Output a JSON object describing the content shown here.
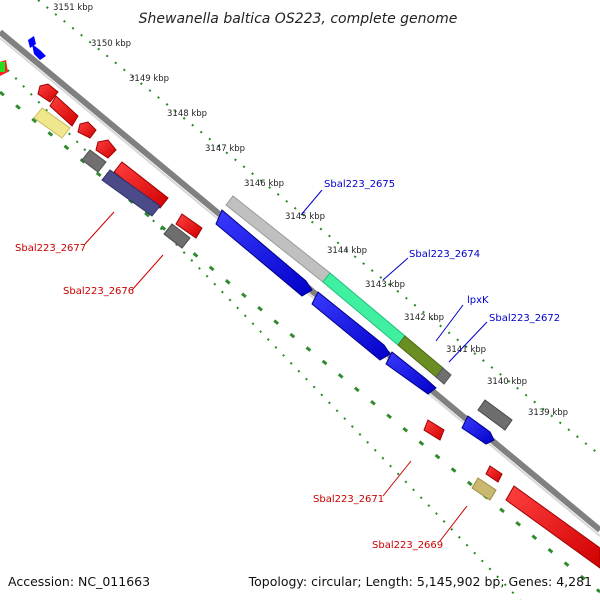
{
  "title": "Shewanella baltica OS223, complete genome",
  "footer": {
    "accession": "Accession: NC_011663",
    "summary": "Topology: circular; Length: 5,145,902 bp; Genes: 4,281"
  },
  "colors": {
    "axis": "#808080",
    "tick": "#228b22",
    "forward_strand": "#0000ff",
    "reverse_strand": "#ff0000",
    "label_reverse": "#cc0000",
    "label_forward": "#0000cc"
  },
  "kbp_ticks": [
    "3151 kbp",
    "3150 kbp",
    "3149 kbp",
    "3148 kbp",
    "3147 kbp",
    "3146 kbp",
    "3145 kbp",
    "3144 kbp",
    "3143 kbp",
    "3142 kbp",
    "3141 kbp",
    "3140 kbp",
    "3139 kbp"
  ],
  "gene_labels": {
    "sbal2675": "Sbal223_2675",
    "sbal2674": "Sbal223_2674",
    "lpxk": "lpxK",
    "sbal2672": "Sbal223_2672",
    "sbal2677": "Sbal223_2677",
    "sbal2676": "Sbal223_2676",
    "sbal2671": "Sbal223_2671",
    "sbal2669": "Sbal223_2669"
  },
  "features": [
    {
      "id": "g2675",
      "color": "#c0c0c0",
      "lane": "forward-cog"
    },
    {
      "id": "g2674",
      "color": "#40f0a0",
      "lane": "forward-cog"
    },
    {
      "id": "glpxk",
      "color": "#6b8e23",
      "lane": "forward-cog"
    },
    {
      "id": "g2672",
      "color": "#707070",
      "lane": "forward-cog"
    },
    {
      "id": "g2677",
      "color": "#4b4b8a",
      "lane": "reverse-cog"
    },
    {
      "id": "g2669",
      "color": "#c8b870",
      "lane": "reverse-cog"
    },
    {
      "id": "gyel",
      "color": "#f0e68c",
      "lane": "reverse-cog"
    }
  ]
}
